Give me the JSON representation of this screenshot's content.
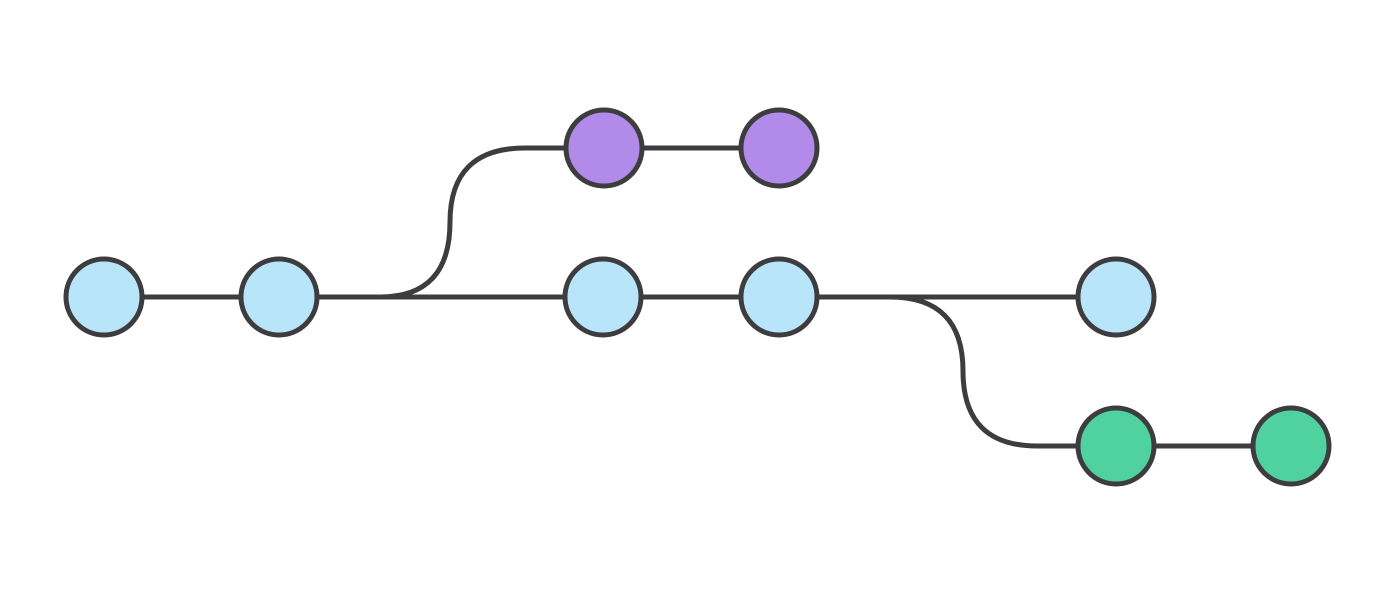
{
  "colors": {
    "background": "#ffffff",
    "line": "#3d3d3f",
    "main_branch": "#b9e5fb",
    "feature_branch_purple": "#b28bea",
    "feature_branch_green": "#4fd1a0"
  },
  "branches": [
    {
      "id": "main",
      "color_key": "main_branch",
      "commit_count": 5
    },
    {
      "id": "purple",
      "color_key": "feature_branch_purple",
      "commit_count": 2,
      "branches_from_commit": 2
    },
    {
      "id": "green",
      "color_key": "feature_branch_green",
      "commit_count": 2,
      "branches_from_commit": 4
    }
  ]
}
